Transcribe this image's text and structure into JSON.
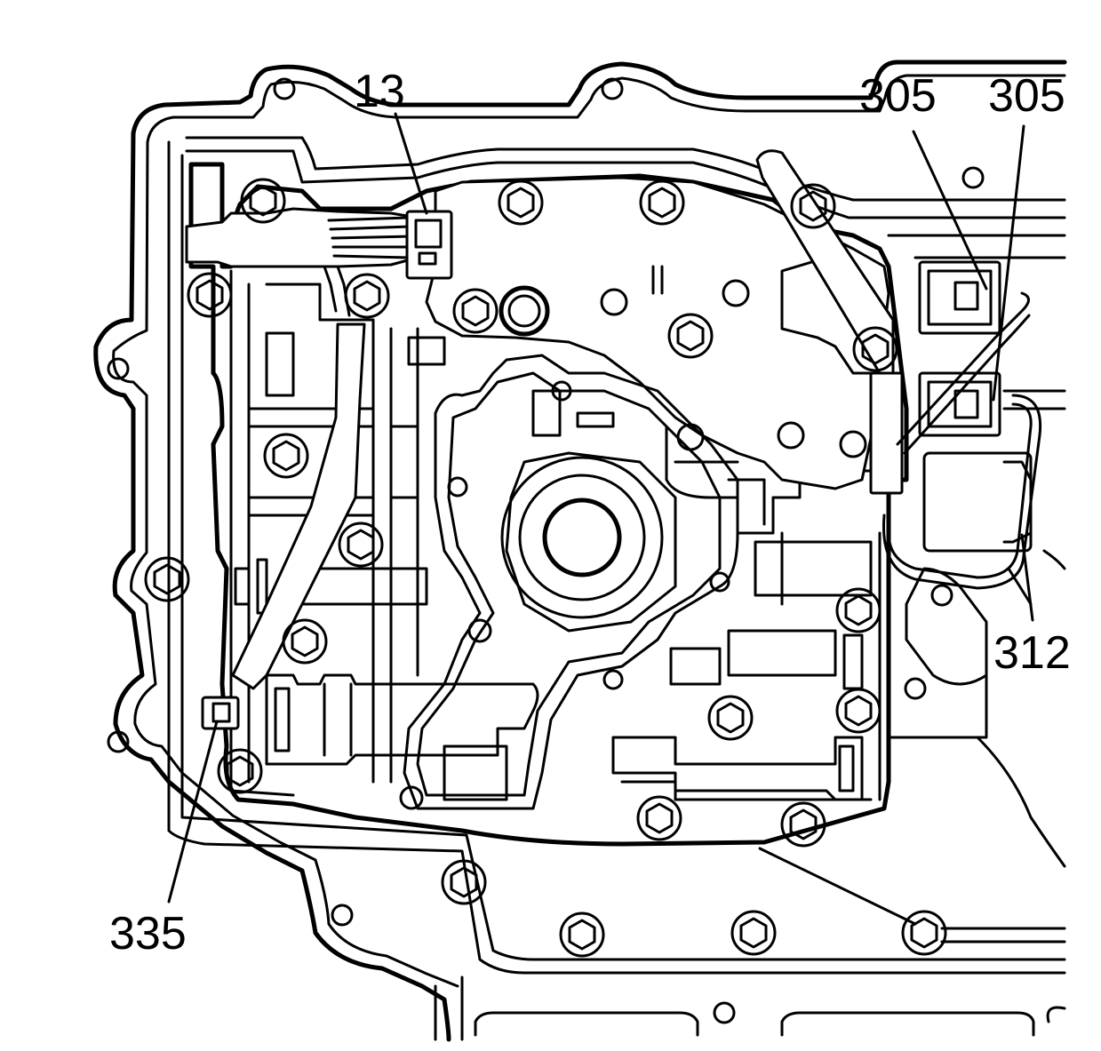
{
  "diagram": {
    "colors": {
      "line": "#000000",
      "background": "#ffffff"
    },
    "callouts": [
      {
        "id": "13",
        "text": "13"
      },
      {
        "id": "305a",
        "text": "305"
      },
      {
        "id": "305b",
        "text": "305"
      },
      {
        "id": "312",
        "text": "312"
      },
      {
        "id": "335",
        "text": "335"
      }
    ]
  }
}
